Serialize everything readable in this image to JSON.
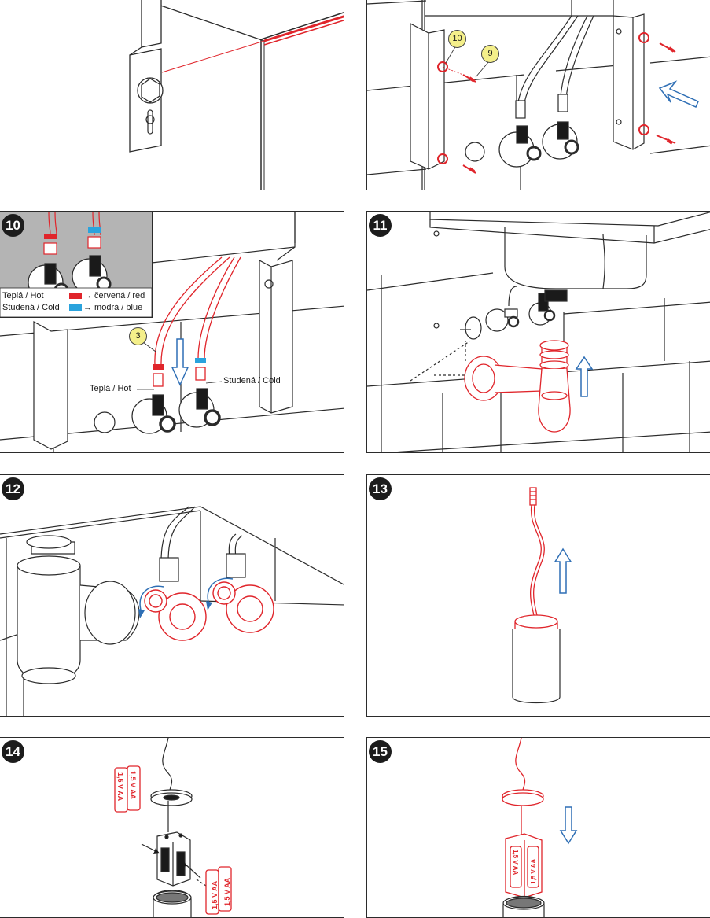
{
  "steps": {
    "s10": "10",
    "s11": "11",
    "s12": "12",
    "s13": "13",
    "s14": "14",
    "s15": "15"
  },
  "callouts": {
    "part10": "10",
    "part9": "9",
    "part3": "3"
  },
  "legend": {
    "hot": "Teplá / Hot",
    "cold": "Studená / Cold",
    "red": "→ červená / red",
    "blue": "→ modrá / blue",
    "red_color": "#e0252b",
    "blue_color": "#2aa3dd"
  },
  "labels": {
    "hot": "Teplá / Hot",
    "cold": "Studená / Cold"
  },
  "battery": {
    "label": "1,5 V AA"
  },
  "colors": {
    "line": "#2b2b2b",
    "highlight": "#e0252b",
    "arrow": "#2f6fb5"
  }
}
